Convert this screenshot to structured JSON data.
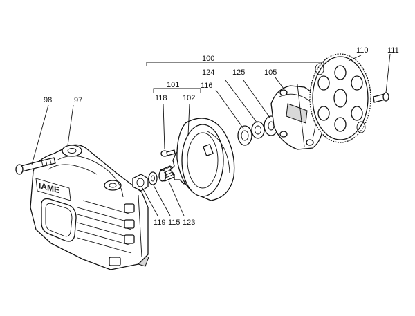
{
  "diagram": {
    "callouts": {
      "p98": "98",
      "p97": "97",
      "p100": "100",
      "p101": "101",
      "p118": "118",
      "p102": "102",
      "p116": "116",
      "p124": "124",
      "p125": "125",
      "p105": "105",
      "p110": "110",
      "p111": "111",
      "p119": "119",
      "p115": "115",
      "p123": "123"
    },
    "logo_text": "IAME"
  }
}
